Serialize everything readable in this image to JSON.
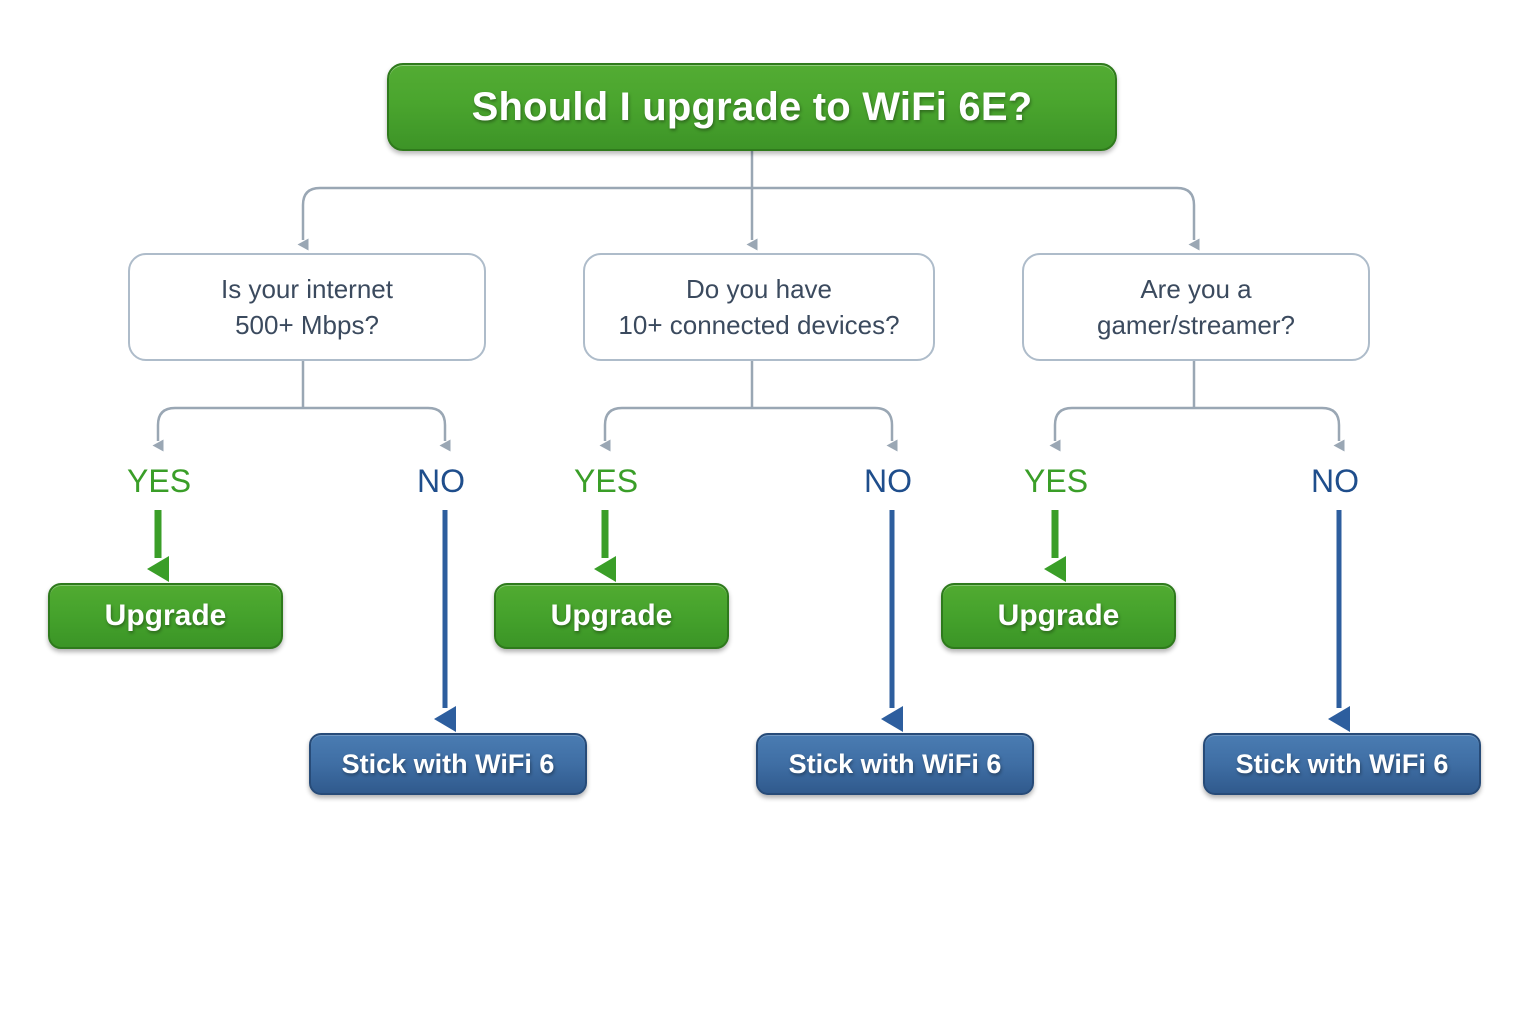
{
  "diagram": {
    "title": "Should I upgrade to WiFi 6E?",
    "type": "decision-flowchart",
    "background_color": "#ffffff",
    "colors": {
      "root_green": "#45a22c",
      "root_border": "#2f7a1c",
      "upgrade_green": "#45a22c",
      "stick_blue": "#3f6ea4",
      "stick_border": "#274b78",
      "decision_border": "#aebcca",
      "decision_text": "#3b4a5e",
      "yes_label": "#3a9e28",
      "no_label": "#1f4e8c",
      "connector_grey": "#9aa7b4"
    },
    "root": {
      "label": "Should I upgrade to WiFi 6E?"
    },
    "branches": [
      {
        "question_line_1": "Is your internet",
        "question_line_2": "500+ Mbps?",
        "yes_label": "YES",
        "no_label": "NO",
        "yes_outcome": "Upgrade",
        "no_outcome": "Stick with WiFi 6"
      },
      {
        "question_line_1": "Do you have",
        "question_line_2": "10+ connected devices?",
        "yes_label": "YES",
        "no_label": "NO",
        "yes_outcome": "Upgrade",
        "no_outcome": "Stick with WiFi 6"
      },
      {
        "question_line_1": "Are you a",
        "question_line_2": "gamer/streamer?",
        "yes_label": "YES",
        "no_label": "NO",
        "yes_outcome": "Upgrade",
        "no_outcome": "Stick with WiFi 6"
      }
    ]
  }
}
